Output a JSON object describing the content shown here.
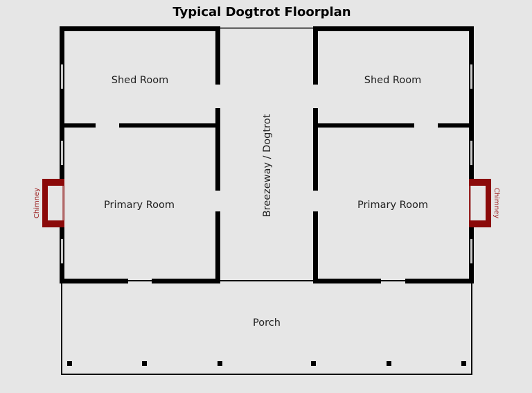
{
  "title": "Typical Dogtrot Floorplan",
  "colors": {
    "background": "#e6e6e6",
    "wall": "#000000",
    "window": "#c8c8c8",
    "chimney": "#8b0a0a",
    "chimney_label": "#9a1a1a",
    "text": "#222222"
  },
  "rooms": {
    "left_shed": "Shed Room",
    "right_shed": "Shed Room",
    "left_primary": "Primary Room",
    "right_primary": "Primary Room",
    "breezeway": "Breezeway / Dogtrot",
    "porch": "Porch"
  },
  "chimneys": {
    "left": "Chimney",
    "right": "Chimney"
  },
  "porch_columns": 6,
  "windows_per_side": 3
}
